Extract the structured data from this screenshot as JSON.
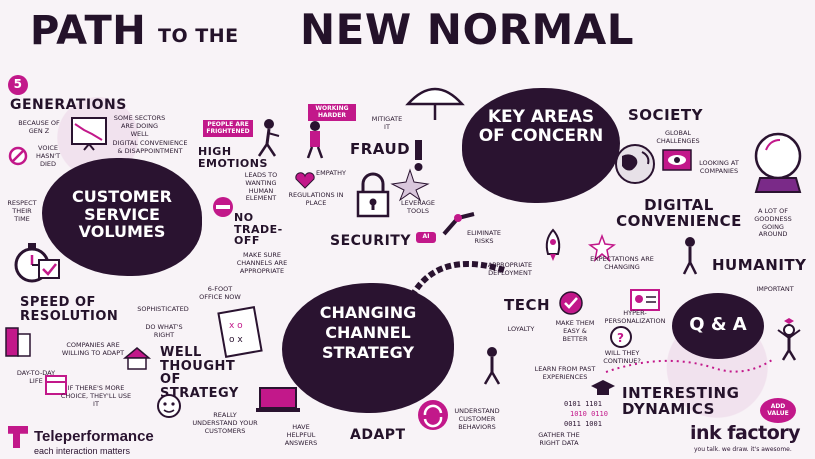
{
  "title": {
    "path": "PATH",
    "to_the": "TO THE",
    "new_normal": "NEW NORMAL"
  },
  "blobs": {
    "customer": "CUSTOMER SERVICE VOLUMES",
    "key": "KEY AREAS OF CONCERN",
    "changing": "CHANGING CHANNEL STRATEGY",
    "qa": "Q & A"
  },
  "headings": {
    "generations_num": "5",
    "generations": "GENERATIONS",
    "high_emotions": "HIGH EMOTIONS",
    "fraud": "FRAUD",
    "security": "SECURITY",
    "no_trade_off": "NO TRADE-OFF",
    "speed": "SPEED OF RESOLUTION",
    "well_thought": "WELL THOUGHT OF STRATEGY",
    "society": "SOCIETY",
    "digital": "DIGITAL CONVENIENCE",
    "humanity": "HUMANITY",
    "tech": "TECH",
    "adapt": "ADAPT",
    "interesting": "INTERESTING DYNAMICS"
  },
  "notes": {
    "because": "BECAUSE OF GEN Z",
    "voice": "VOICE HASN'T DIED",
    "some_sectors": "SOME SECTORS ARE DOING WELL",
    "digital_conv": "DIGITAL CONVENIENCE & DISAPPOINTMENT",
    "people_frightened": "PEOPLE ARE FRIGHTENED",
    "working_harder": "WORKING HARDER",
    "mitigate": "MITIGATE IT",
    "empathy": "EMPATHY",
    "leads": "LEADS TO WANTING HUMAN ELEMENT",
    "regulations": "REGULATIONS IN PLACE",
    "leverage": "LEVERAGE TOOLS",
    "ai": "AI",
    "eliminate": "ELIMINATE RISKS",
    "respect": "RESPECT THEIR TIME",
    "make_sure": "MAKE SURE CHANNELS ARE APPROPRIATE",
    "six_foot": "6-FOOT OFFICE NOW",
    "sophisticated": "SOPHISTICATED",
    "do_right": "DO WHAT'S RIGHT",
    "companies": "COMPANIES ARE WILLING TO ADAPT",
    "day_to_day": "DAY-TO-DAY LIFE",
    "more_choice": "IF THERE'S MORE CHOICE, THEY'LL USE IT",
    "really": "REALLY UNDERSTAND YOUR CUSTOMERS",
    "helpful": "HAVE HELPFUL ANSWERS",
    "understand_behaviors": "UNDERSTAND CUSTOMER BEHAVIORS",
    "gather": "GATHER THE RIGHT DATA",
    "appropriate_deployment": "APPROPRIATE DEPLOYMENT",
    "loyalty": "LOYALTY",
    "make_easy": "MAKE THEM EASY & BETTER",
    "learn": "LEARN FROM PAST EXPERIENCES",
    "global": "GLOBAL CHALLENGES",
    "looking": "LOOKING AT COMPANIES",
    "expectations": "EXPECTATIONS ARE CHANGING",
    "a_lot": "A LOT OF GOODNESS GOING AROUND",
    "important": "IMPORTANT",
    "hyper": "HYPER-PERSONALIZATION",
    "will_they": "WILL THEY CONTINUE?",
    "add_value": "ADD VALUE"
  },
  "logos": {
    "tp_name": "Teleperformance",
    "tp_tagline": "each interaction matters",
    "ink": "ink factory",
    "ink_tagline": "you talk. we draw. it's awesome."
  },
  "colors": {
    "dark": "#2a1330",
    "magenta": "#c2188a",
    "bg": "#f8f3f7"
  }
}
